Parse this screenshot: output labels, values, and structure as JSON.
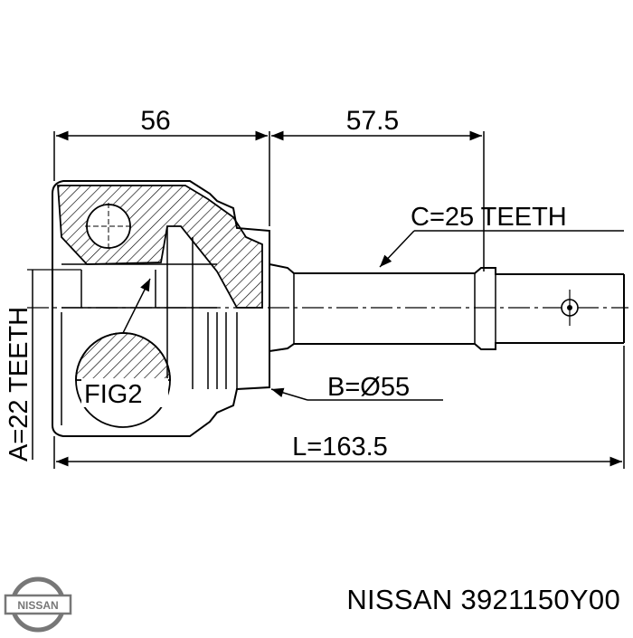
{
  "drawing": {
    "dim_top_left": "56",
    "dim_top_right": "57.5",
    "label_c": "C=25 TEETH",
    "label_a": "A=22 TEETH",
    "label_fig": "FIG2",
    "label_b": "B=Ø55",
    "label_l": "L=163.5"
  },
  "footer": {
    "logo_text": "NISSAN",
    "part_label": "NISSAN 3921150Y00"
  }
}
